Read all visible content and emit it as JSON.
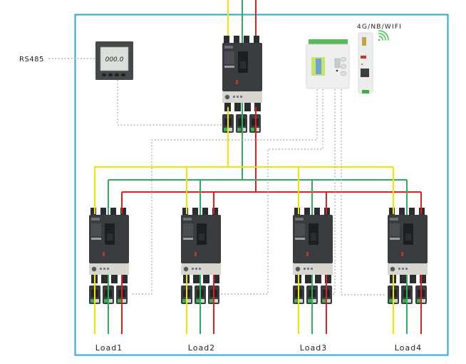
{
  "diagram": {
    "rs485_label": "RS485",
    "wireless_label": "4G/NB/WIFI",
    "meter_display": "000.0",
    "loads": [
      {
        "label": "Load1"
      },
      {
        "label": "Load2"
      },
      {
        "label": "Load3"
      },
      {
        "label": "Load4"
      }
    ],
    "phase_colors": {
      "L1": "#f2e600",
      "L2": "#2fae5a",
      "L3": "#e01e24"
    },
    "frame_color": "#2aa6d8",
    "signal_line_color": "#a8a8a8",
    "wifi_color": "#3cc24a"
  }
}
